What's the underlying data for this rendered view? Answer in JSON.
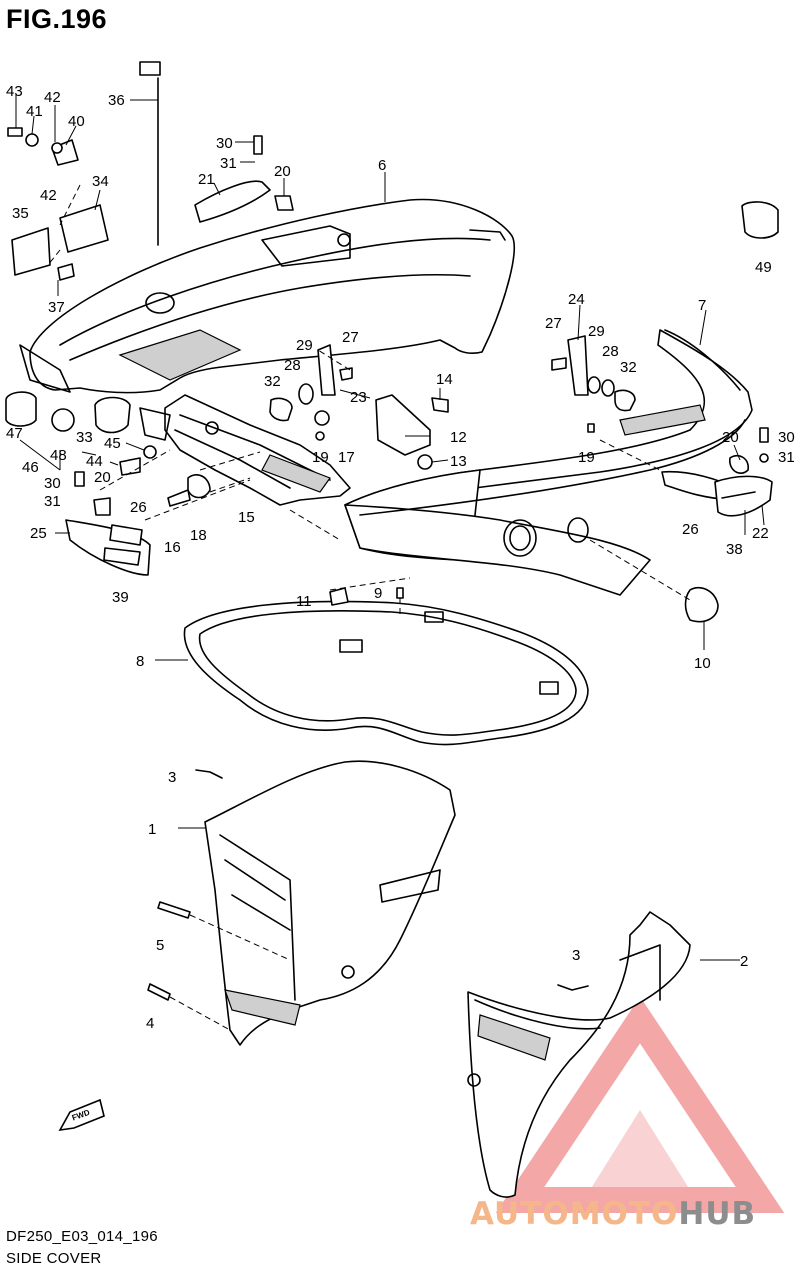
{
  "figure": {
    "title": "FIG.196"
  },
  "footer": {
    "code": "DF250_E03_014_196",
    "name": "SIDE COVER"
  },
  "brand": {
    "part_a": "AUTOMOTO",
    "part_b": "HUB",
    "color_a": "#f5b78a",
    "color_b": "#8d8d8d",
    "logo_color": "#f08a8a"
  },
  "direction_arrow": {
    "label": "FWD"
  },
  "callouts": [
    "43",
    "41",
    "42",
    "40",
    "42",
    "34",
    "35",
    "37",
    "36",
    "30",
    "31",
    "21",
    "20",
    "6",
    "49",
    "24",
    "27",
    "29",
    "28",
    "32",
    "7",
    "29",
    "28",
    "27",
    "32",
    "23",
    "14",
    "12",
    "13",
    "47",
    "48",
    "46",
    "33",
    "45",
    "44",
    "30",
    "31",
    "20",
    "26",
    "25",
    "39",
    "16",
    "18",
    "15",
    "19",
    "17",
    "19",
    "20",
    "30",
    "31",
    "26",
    "38",
    "22",
    "10",
    "11",
    "9",
    "8",
    "3",
    "1",
    "5",
    "4",
    "3",
    "2"
  ]
}
